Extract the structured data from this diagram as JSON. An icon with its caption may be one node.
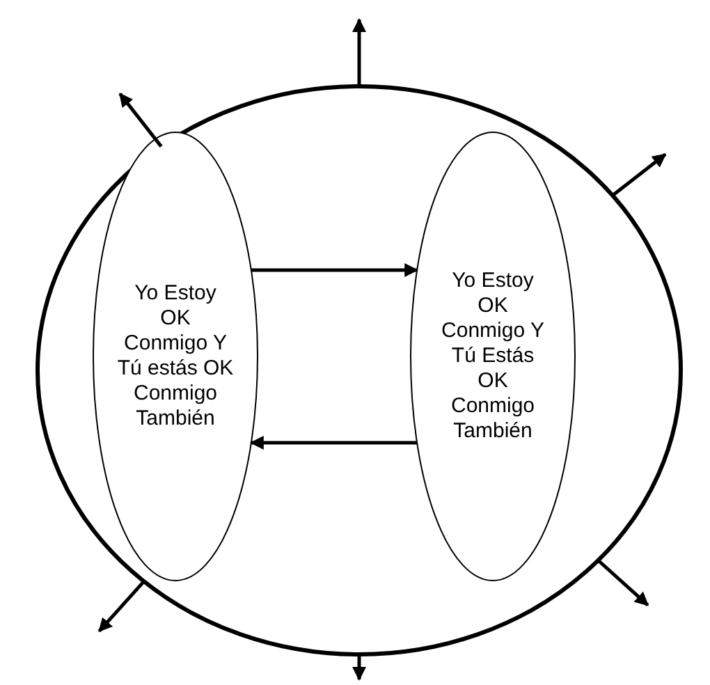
{
  "diagram": {
    "nodes": [
      {
        "text": [],
        "shape": "circle"
      },
      {
        "text": [
          "Yo Estoy OK Conmigo Y Tú estás OK Conmigo También"
        ],
        "in": 0
      },
      {
        "text": [
          "Yo Estoy OK Conmigo Y Tú Estás OK Conmigo También"
        ],
        "in": 0
      }
    ],
    "edges": [
      {
        "from": 1,
        "to": 2,
        "arrow": "to"
      },
      {
        "from": 2,
        "to": 1,
        "arrow": "to"
      },
      {
        "from": 0,
        "to": null,
        "arrow": "to"
      },
      {
        "from": 0,
        "to": null,
        "arrow": "to"
      },
      {
        "from": 0,
        "to": null,
        "arrow": "to"
      },
      {
        "from": 0,
        "to": null,
        "arrow": "to"
      },
      {
        "from": 0,
        "to": null,
        "arrow": "to"
      },
      {
        "from": 0,
        "to": null,
        "arrow": "to"
      }
    ]
  }
}
